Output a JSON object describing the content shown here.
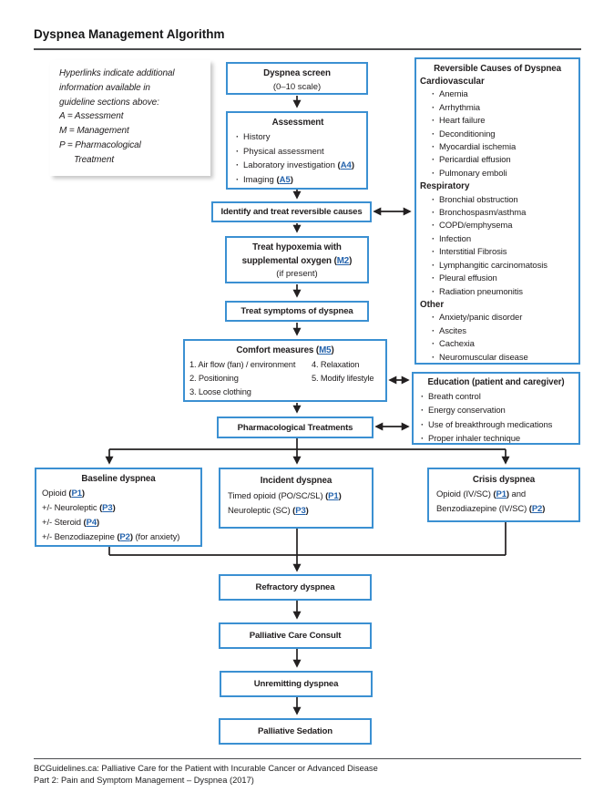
{
  "page": {
    "title": "Dyspnea Management Algorithm",
    "footer_line1": "BCGuidelines.ca: Palliative Care for the Patient with Incurable Cancer or Advanced Disease",
    "footer_line2": "Part 2: Pain and Symptom Management – Dyspnea  (2017)"
  },
  "colors": {
    "box_border": "#3b90d2",
    "link": "#2463ad",
    "line": "#232021"
  },
  "note": {
    "text": "Hyperlinks indicate additional\ninformation available in\nguideline sections above:\nA = Assessment\nM = Management\nP = Pharmacological\n      Treatment"
  },
  "flow": {
    "dyspnea_screen": {
      "title": "Dyspnea screen",
      "subtitle": "(0–10 scale)"
    },
    "assessment": {
      "title": "Assessment",
      "items": [
        {
          "pre": "History"
        },
        {
          "pre": "Physical assessment"
        },
        {
          "pre": "Laboratory investigation ",
          "open": "(",
          "link": "A4",
          "close": ")"
        },
        {
          "pre": "Imaging ",
          "open": "(",
          "link": "A5",
          "close": ")"
        }
      ]
    },
    "identify": {
      "title": "Identify and treat reversible causes"
    },
    "hypoxemia": {
      "title_pre": "Treat hypoxemia with supplemental oxygen ",
      "open": "(",
      "link": "M2",
      "close": ")",
      "subtitle": "(if present)"
    },
    "treat_symptoms": {
      "title": "Treat symptoms of dyspnea"
    },
    "comfort": {
      "title_pre": "Comfort measures ",
      "open": "(",
      "link": "M5",
      "close": ")",
      "col1": [
        "1. Air flow (fan) / environment",
        "2. Positioning",
        "3. Loose clothing"
      ],
      "col2": [
        "4. Relaxation",
        "5. Modify lifestyle"
      ]
    },
    "pharm": {
      "title": "Pharmacological Treatments"
    },
    "baseline": {
      "title": "Baseline dyspnea",
      "lines": [
        {
          "pre": "Opioid ",
          "open": "(",
          "link": "P1",
          "close": ")"
        },
        {
          "pre": "+/- Neuroleptic ",
          "open": "(",
          "link": "P3",
          "close": ")"
        },
        {
          "pre": "+/- Steroid ",
          "open": "(",
          "link": "P4",
          "close": ")"
        },
        {
          "pre": "+/- Benzodiazepine ",
          "open": "(",
          "link": "P2",
          "close": ")",
          "post": " (for anxiety)"
        }
      ]
    },
    "incident": {
      "title": "Incident dyspnea",
      "lines": [
        {
          "pre": "Timed opioid (PO/SC/SL) ",
          "open": "(",
          "link": "P1",
          "close": ")"
        },
        {
          "pre": "Neuroleptic (SC) ",
          "open": "(",
          "link": "P3",
          "close": ")"
        }
      ]
    },
    "crisis": {
      "title": "Crisis dyspnea",
      "lines": [
        {
          "pre": "Opioid (IV/SC) ",
          "open": "(",
          "link": "P1",
          "close": ")",
          "post": " and"
        },
        {
          "pre": "Benzodiazepine (IV/SC) ",
          "open": "(",
          "link": "P2",
          "close": ")"
        }
      ]
    },
    "refractory": {
      "title": "Refractory dyspnea"
    },
    "consult": {
      "title": "Palliative Care Consult"
    },
    "unremitting": {
      "title": "Unremitting dyspnea"
    },
    "sedation": {
      "title": "Palliative Sedation"
    }
  },
  "reversible": {
    "title": "Reversible Causes of Dyspnea",
    "sections": [
      {
        "header": "Cardiovascular",
        "items": [
          "Anemia",
          "Arrhythmia",
          "Heart failure",
          "Deconditioning",
          "Myocardial ischemia",
          "Pericardial effusion",
          "Pulmonary emboli"
        ]
      },
      {
        "header": "Respiratory",
        "items": [
          "Bronchial obstruction",
          "Bronchospasm/asthma",
          "COPD/emphysema",
          "Infection",
          "Interstitial Fibrosis",
          "Lymphangitic carcinomatosis",
          "Pleural effusion",
          "Radiation pneumonitis"
        ]
      },
      {
        "header": "Other",
        "items": [
          "Anxiety/panic disorder",
          "Ascites",
          "Cachexia",
          "Neuromuscular disease"
        ]
      }
    ]
  },
  "education": {
    "title": "Education (patient and caregiver)",
    "items": [
      "Breath control",
      "Energy conservation",
      "Use of breakthrough medications",
      "Proper inhaler technique"
    ]
  }
}
